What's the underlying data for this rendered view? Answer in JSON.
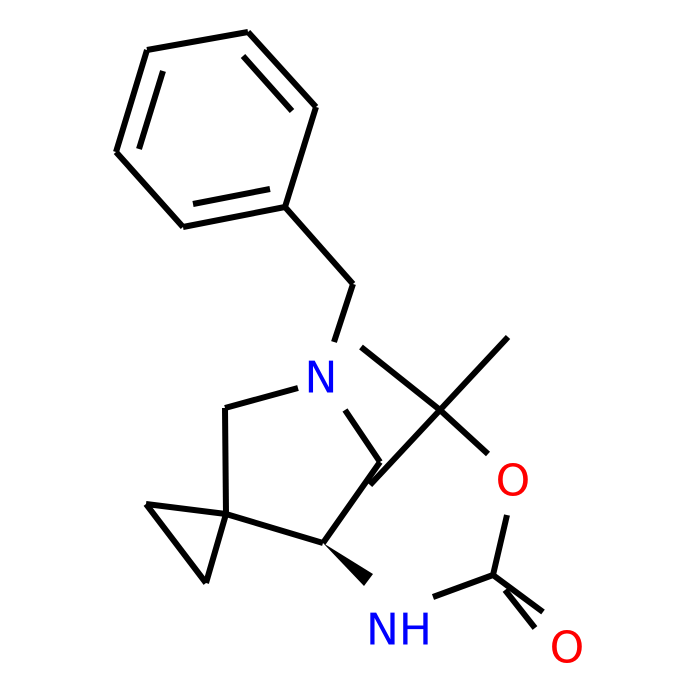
{
  "molecule": {
    "atoms": {
      "n_ring": "N",
      "o_ester": "O",
      "o_carbonyl": "O",
      "nh": "NH"
    },
    "colors": {
      "bond": "#000000",
      "carbon_text": "#000000",
      "nitrogen": "#0000ff",
      "oxygen": "#ff0000"
    }
  }
}
